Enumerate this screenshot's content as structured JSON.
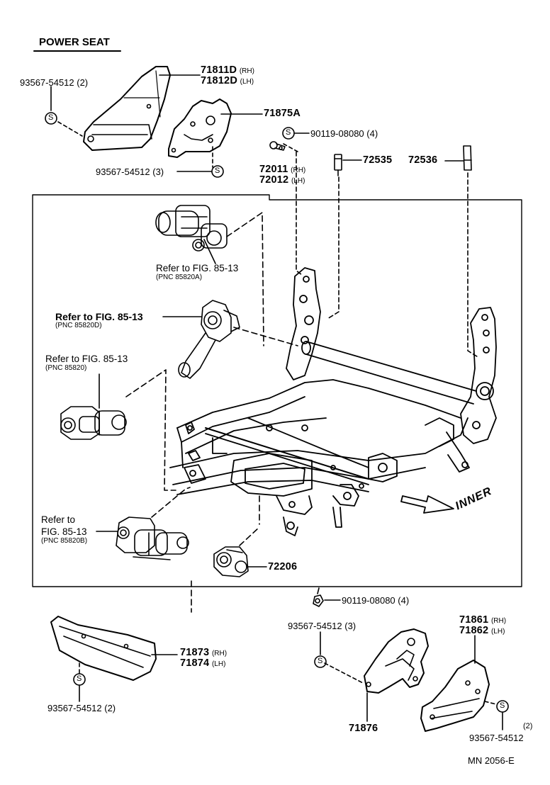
{
  "title": "POWER SEAT",
  "figure_code": "MN 2056-E",
  "direction_label": "INNER",
  "screw_symbol": "S",
  "parts": {
    "p71811": "71811D",
    "p71811_side": "(RH)",
    "p71812": "71812D",
    "p71812_side": "(LH)",
    "p71875": "71875A",
    "p72011": "72011",
    "p72011_side": "(RH)",
    "p72012": "72012",
    "p72012_side": "(LH)",
    "p72535": "72535",
    "p72536": "72536",
    "p72206": "72206",
    "p71873": "71873",
    "p71873_side": "(RH)",
    "p71874": "71874",
    "p71874_side": "(LH)",
    "p71861": "71861",
    "p71861_side": "(RH)",
    "p71862": "71862",
    "p71862_side": "(LH)",
    "p71876": "71876"
  },
  "fasteners": {
    "f_top_left": "93567-54512 (2)",
    "f_71875": "93567-54512 (3)",
    "f_bolt_top": "90119-08080 (4)",
    "f_bolt_bottom": "90119-08080 (4)",
    "f_71876": "93567-54512 (3)",
    "f_71873": "93567-54512 (2)",
    "f_71861": "93567-54512",
    "f_71861_qty": "(2)"
  },
  "references": {
    "r1_text": "Refer  to  FIG. 85-13",
    "r1_pnc": "(PNC  85820A)",
    "r2_text": "Refer to FIG. 85-13",
    "r2_pnc": "(PNC 85820D)",
    "r3_text": "Refer  to  FIG.  85-13",
    "r3_pnc": "(PNC  85820)",
    "r4_line1": "Refer  to",
    "r4_line2": "FIG. 85-13",
    "r4_pnc": "(PNC  85820B)"
  }
}
